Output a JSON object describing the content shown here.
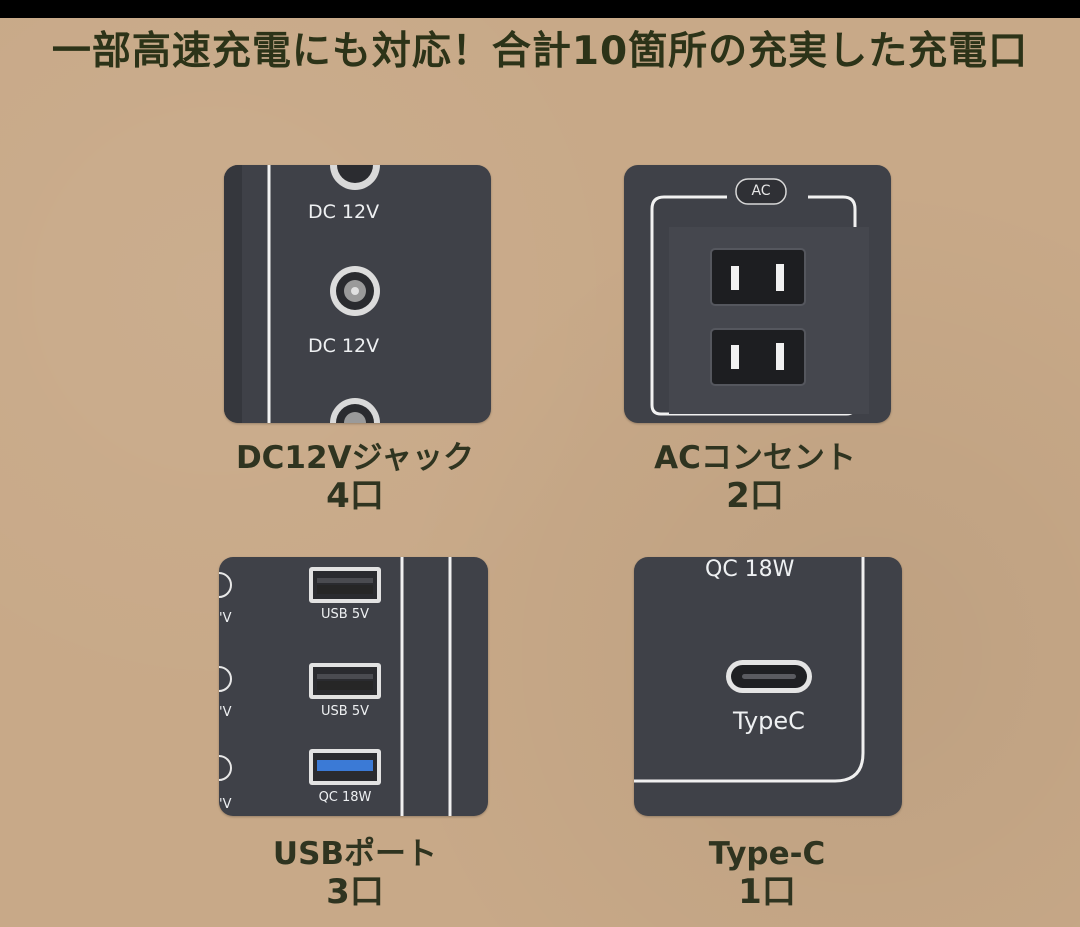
{
  "headline": "一部高速充電にも対応！合計10箇所の充実した充電口",
  "sections": {
    "dc": {
      "name": "DC12Vジャック",
      "count": "4口",
      "port_label_1": "DC 12V",
      "port_label_2": "DC 12V"
    },
    "ac": {
      "name": "ACコンセント",
      "count": "2口",
      "badge": "AC"
    },
    "usb": {
      "name": "USBポート",
      "count": "3口",
      "port_label_1": "USB 5V",
      "port_label_2": "USB 5V",
      "port_label_3": "QC 18W",
      "edge_v1": "'V",
      "edge_v2": "'V",
      "edge_v3": "'V"
    },
    "typec": {
      "name": "Type-C",
      "count": "1口",
      "top_label": "QC 18W",
      "port_label": "TypeC"
    }
  },
  "colors": {
    "background": "#c8a988",
    "panel": "#3f4148",
    "heading_text": "#2c3318",
    "qc_port_blue": "#3b7ad6"
  }
}
